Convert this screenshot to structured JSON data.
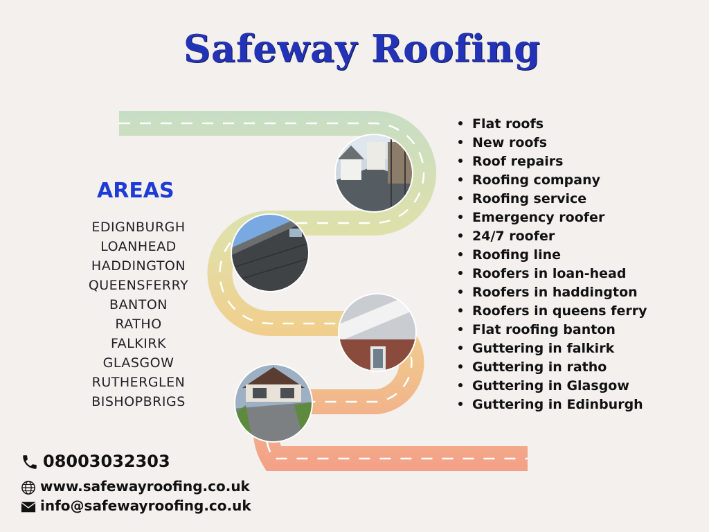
{
  "title": "Safeway Roofing",
  "areas": {
    "heading": "AREAS",
    "items": [
      "EDIGNBURGH",
      "LOANHEAD",
      "HADDINGTON",
      "QUEENSFERRY",
      "BANTON",
      "RATHO",
      "FALKIRK",
      "GLASGOW",
      "RUTHERGLEN",
      "BISHOPBRIGS"
    ]
  },
  "services": [
    "Flat roofs",
    "New roofs",
    "Roof repairs",
    "Roofing company",
    "Roofing service",
    "Emergency roofer",
    "24/7 roofer",
    "Roofing line",
    "Roofers in loan-head",
    "Roofers in haddington",
    "Roofers in queens ferry",
    "Flat roofing banton",
    "Guttering in falkirk",
    "Guttering in ratho",
    "Guttering in Glasgow",
    "Guttering in Edinburgh"
  ],
  "contact": {
    "phone": "08003032303",
    "website": "www.safewayroofing.co.uk",
    "email": "info@safewayroofing.co.uk"
  },
  "icons": {
    "phone": "phone-icon",
    "website": "globe-icon",
    "email": "envelope-icon"
  },
  "colors": {
    "title": "#2233b8",
    "areas_heading": "#1f3bd6",
    "road_top": "#c5dcc4",
    "road_bottom": "#f0a08a"
  }
}
